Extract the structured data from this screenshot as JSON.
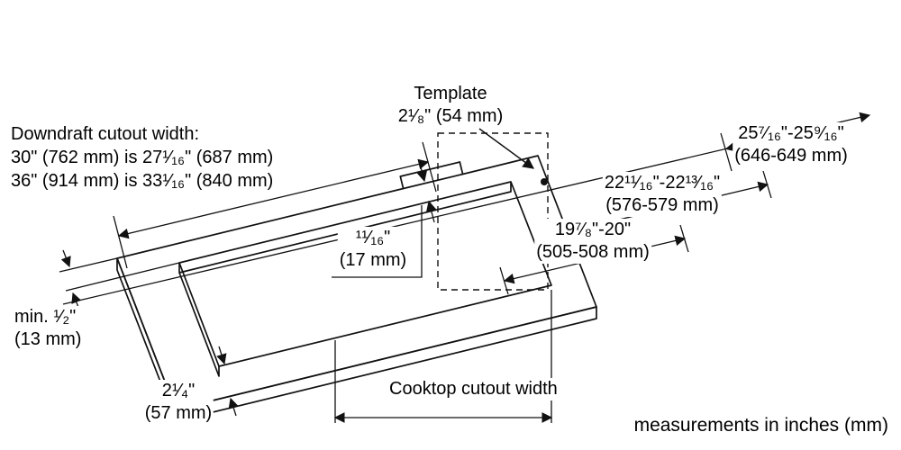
{
  "diagram": {
    "template_label": {
      "line1": "Template",
      "line2": "2¹⁄₈\" (54 mm)"
    },
    "downdraft_note": {
      "line1": "Downdraft cutout width:",
      "line2": "30\" (762 mm) is 27¹⁄₁₆\" (687 mm)",
      "line3": "36\" (914 mm) is 33¹⁄₁₆\" (840 mm)"
    },
    "dim_25": {
      "line1": "25⁷⁄₁₆\"-25⁹⁄₁₆\"",
      "line2": "(646-649 mm)"
    },
    "dim_22": {
      "line1": "22¹¹⁄₁₆\"-22¹³⁄₁₆\"",
      "line2": "(576-579 mm)"
    },
    "dim_19": {
      "line1": "19⁷⁄₈\"-20\"",
      "line2": "(505-508 mm)"
    },
    "dim_11_16": {
      "line1": "¹¹⁄₁₆\"",
      "line2": "(17 mm)"
    },
    "dim_min_half": {
      "line1": "min. ¹⁄₂\"",
      "line2": "(13 mm)"
    },
    "dim_2_quarter": {
      "line1": "2¹⁄₄\"",
      "line2": "(57 mm)"
    },
    "cooktop_label": "Cooktop cutout width",
    "footer_note": "measurements in inches (mm)",
    "line_color": "#111111"
  }
}
